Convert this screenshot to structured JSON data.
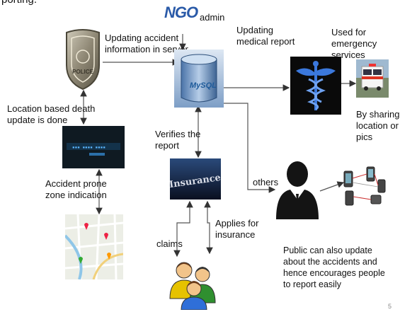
{
  "top_cut_text": "porting.",
  "ngo": {
    "logo_text": "NGO",
    "role": "admin"
  },
  "labels": {
    "updating_accident": "Updating  accident\ninformation in server",
    "updating_medical": "Updating\nmedical report",
    "used_for": "Used for\nemergency services",
    "location_death": "Location based death\nupdate is done",
    "verifies": "Verifies the\nreport",
    "by_sharing": "By sharing\nlocation or\npics",
    "others": "others",
    "accident_prone": "Accident prone\nzone indication",
    "claims": "claims",
    "applies": "Applies for\ninsurance",
    "public": "Public can also update\nabout the accidents and\nhence encourages people\nto report easily"
  },
  "images": {
    "police_badge_text": "POLICE",
    "database_text": "MySQL",
    "insurance_text": "Insurance"
  },
  "page_number": "5",
  "colors": {
    "line": "#555555",
    "arrow": "#333333",
    "medical_bg": "#0a0a0a",
    "medical_symbol": "#2f6fd8"
  }
}
